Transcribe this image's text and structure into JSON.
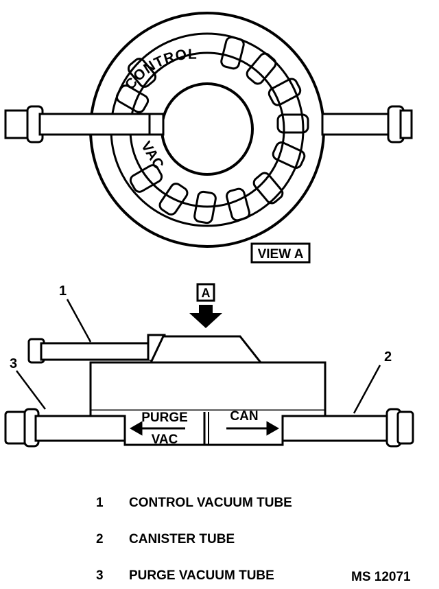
{
  "view_a": {
    "ring_label_top": "CONTROL",
    "ring_label_side": "VAC",
    "view_label": "VIEW A"
  },
  "side_view": {
    "arrow_label": "A",
    "purge_label": "PURGE",
    "vac_label": "VAC",
    "can_label": "CAN",
    "callouts": [
      "1",
      "2",
      "3"
    ]
  },
  "legend": [
    {
      "num": "1",
      "label": "CONTROL VACUUM TUBE"
    },
    {
      "num": "2",
      "label": "CANISTER TUBE"
    },
    {
      "num": "3",
      "label": "PURGE VACUUM TUBE"
    }
  ],
  "figure_id": "MS 12071"
}
